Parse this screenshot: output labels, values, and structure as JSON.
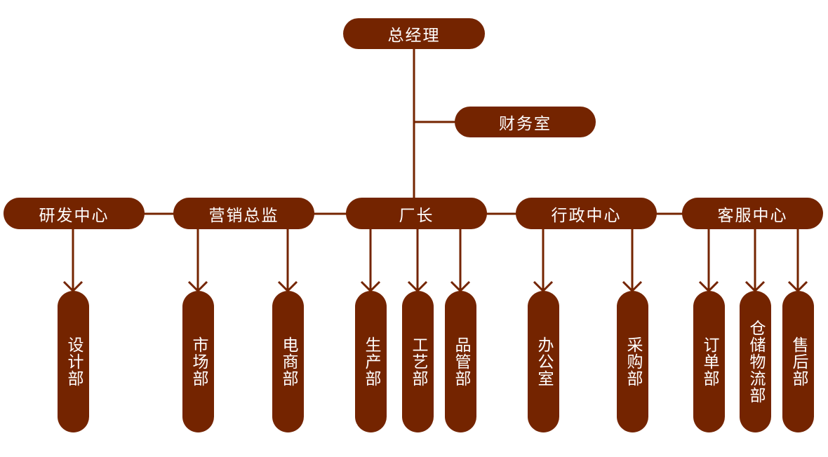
{
  "colors": {
    "node": "#742400",
    "text": "#ffffff",
    "line": "#742400",
    "background": "#ffffff"
  },
  "root": {
    "id": "gm",
    "label": "总经理"
  },
  "staff": {
    "id": "finance",
    "label": "财务室",
    "parent": "gm"
  },
  "level2": [
    {
      "id": "rd",
      "label": "研发中心"
    },
    {
      "id": "marketing",
      "label": "营销总监"
    },
    {
      "id": "factory",
      "label": "厂长"
    },
    {
      "id": "admin",
      "label": "行政中心"
    },
    {
      "id": "service",
      "label": "客服中心"
    }
  ],
  "level3": [
    {
      "id": "design",
      "label": "设计部",
      "parent": "rd"
    },
    {
      "id": "market",
      "label": "市场部",
      "parent": "marketing"
    },
    {
      "id": "ecommerce",
      "label": "电商部",
      "parent": "marketing"
    },
    {
      "id": "production",
      "label": "生产部",
      "parent": "factory"
    },
    {
      "id": "process",
      "label": "工艺部",
      "parent": "factory"
    },
    {
      "id": "quality",
      "label": "品管部",
      "parent": "factory"
    },
    {
      "id": "office",
      "label": "办公室",
      "parent": "admin"
    },
    {
      "id": "purchasing",
      "label": "采购部",
      "parent": "admin"
    },
    {
      "id": "orders",
      "label": "订单部",
      "parent": "service"
    },
    {
      "id": "logistics",
      "label": "仓储物流部",
      "parent": "service"
    },
    {
      "id": "aftersales",
      "label": "售后部",
      "parent": "service"
    }
  ]
}
